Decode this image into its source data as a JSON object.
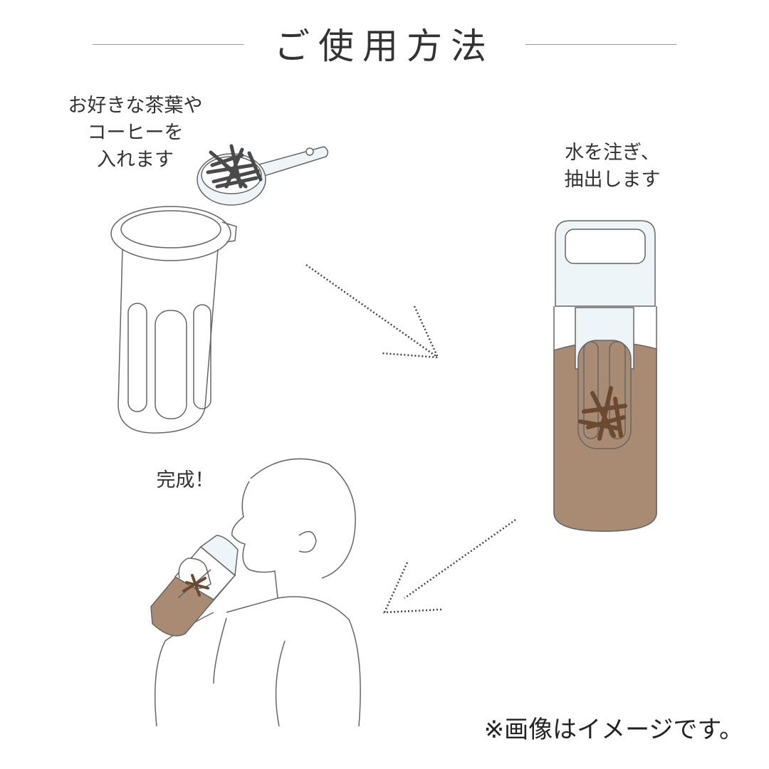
{
  "header": {
    "title": "ご使用方法"
  },
  "steps": [
    {
      "lines": [
        "お好きな茶葉や",
        "コーヒーを",
        "入れます"
      ]
    },
    {
      "lines": [
        "水を注ぎ、",
        "抽出します"
      ]
    },
    {
      "lines": [
        "完成！"
      ]
    }
  ],
  "note": "※画像はイメージです。",
  "colors": {
    "line": "#555555",
    "tea": "#a88b72",
    "lid": "#eef5f9",
    "leaf": "#4a4a4a",
    "leaf_brewed": "#6b4a30"
  }
}
